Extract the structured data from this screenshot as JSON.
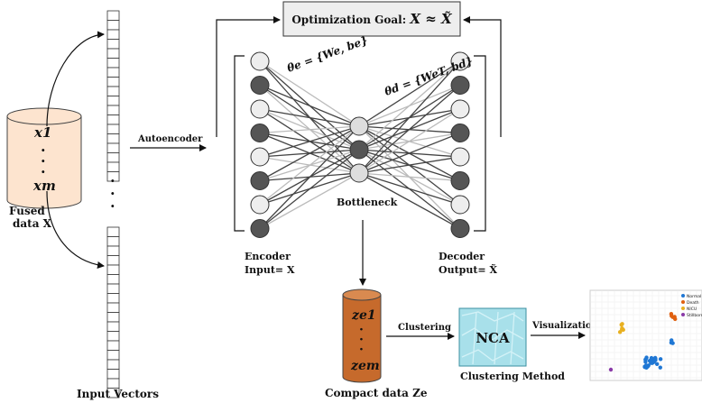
{
  "labels": {
    "goal_prefix": "Optimization Goal: ",
    "goal_expr": "X ≈ X̃",
    "theta_e": "θe = {We, be}",
    "theta_d": "θd = {WeT, bd}",
    "autoencoder": "Autoencoder",
    "bottleneck": "Bottleneck",
    "encoder": "Encoder",
    "encoder_input": "Input= X",
    "decoder": "Decoder",
    "decoder_output": "Output= X̃",
    "fused_line1": "Fused",
    "fused_line2": "data X",
    "x1": "x1",
    "xm": "xm",
    "dots": "·",
    "input_vectors": "Input Vectors",
    "ze1": "ze1",
    "zem": "zem",
    "compact_data": "Compact data Ze",
    "clustering": "Clustering",
    "nca": "NCA",
    "clustering_method": "Clustering Method",
    "visualization": "Visualization"
  },
  "legend": [
    {
      "label": "Normal",
      "color": "#1f77d4"
    },
    {
      "label": "Death",
      "color": "#e06010"
    },
    {
      "label": "NICU",
      "color": "#e8b020"
    },
    {
      "label": "Stillborn",
      "color": "#8a3aa8"
    }
  ],
  "colors": {
    "cylinder_fill": "#fde4cf",
    "compact_fill": "#c66a2c",
    "nca_fill": "#a8e0ea",
    "node_dark": "#555555",
    "node_light": "#eeeeee",
    "goal_box": "#eeeeee"
  },
  "network": {
    "encoder_nodes": [
      "light",
      "dark",
      "light",
      "dark",
      "light",
      "dark",
      "light",
      "dark"
    ],
    "bottleneck_nodes": [
      "light",
      "dark",
      "light"
    ],
    "decoder_nodes": [
      "light",
      "dark",
      "light",
      "dark",
      "light",
      "dark",
      "light",
      "dark"
    ]
  }
}
